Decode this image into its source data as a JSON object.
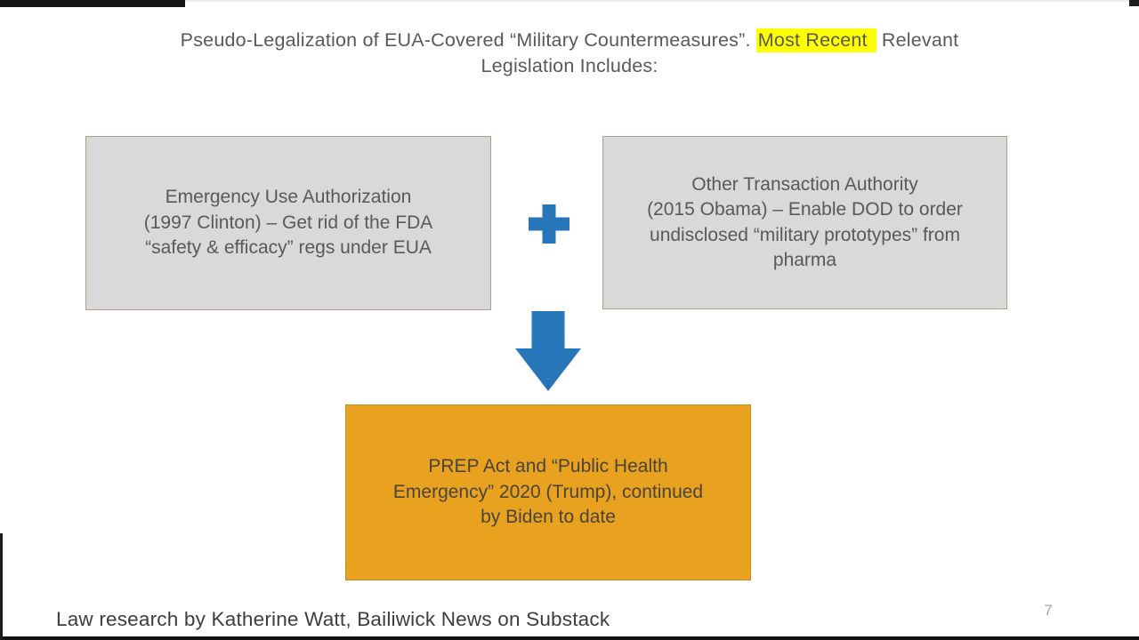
{
  "title": {
    "pre": "Pseudo-Legalization of EUA-Covered “Military Countermeasures”. ",
    "highlight": "Most Recent",
    "post": " Relevant",
    "line2": "Legislation Includes:"
  },
  "boxes": {
    "eua": {
      "text": "Emergency Use Authorization\n(1997 Clinton) – Get rid of the FDA\n“safety & efficacy” regs under EUA"
    },
    "ota": {
      "text": "Other Transaction Authority\n(2015 Obama) – Enable DOD to order\nundisclosed “military prototypes” from\npharma"
    },
    "prep": {
      "text": "PREP Act and “Public Health\nEmergency” 2020 (Trump), continued\nby Biden to date"
    }
  },
  "icons": {
    "plus": "plus-icon",
    "down_arrow": "down-arrow-icon"
  },
  "colors": {
    "accent_blue": "#2776b9",
    "highlight_yellow": "#feff00",
    "box_gray": "#d9d9d9",
    "box_gray_border": "#ada083",
    "box_orange": "#e8a21f",
    "box_orange_border": "#bf8e28",
    "title_gray": "#595959",
    "footer_gray": "#3d3d3d"
  },
  "footer": {
    "text": "Law research by Katherine Watt, Bailiwick News on Substack",
    "page_number": "7"
  }
}
